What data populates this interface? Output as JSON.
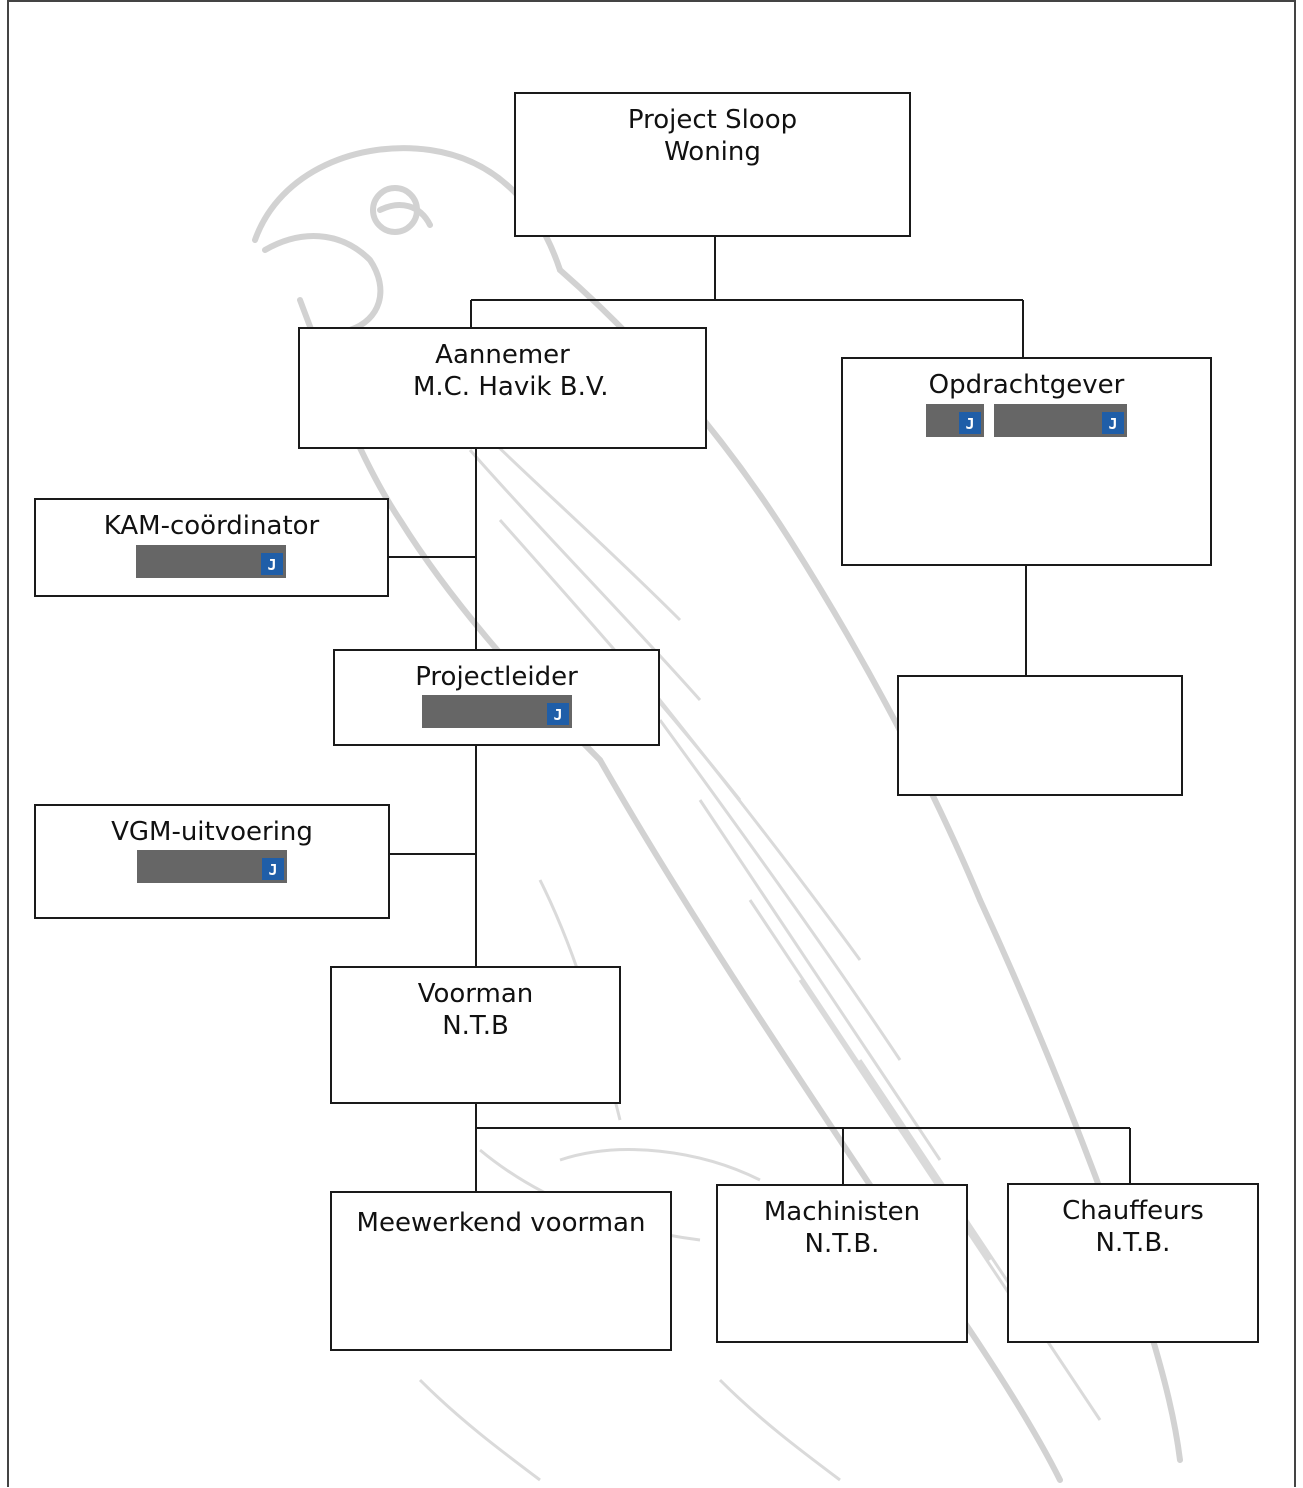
{
  "colors": {
    "box_border": "#1a1a1a",
    "line": "#1a1a1a",
    "redaction": "#666666",
    "badge": "#1f5ea8",
    "watermark": "#cfcfcf"
  },
  "watermark_icon": "falcon-sketch",
  "nodes": {
    "project": {
      "title": "Project Sloop",
      "subtitle": "Woning"
    },
    "aannemer": {
      "title": "Aannemer",
      "subtitle": "  M.C. Havik B.V."
    },
    "opdrachtgever": {
      "title": "Opdrachtgever"
    },
    "opdrachtgever_sub": {},
    "kam": {
      "title": "KAM-coördinator"
    },
    "projectleider": {
      "title": "Projectleider"
    },
    "vgm": {
      "title": "VGM-uitvoering"
    },
    "voorman": {
      "title": "Voorman",
      "subtitle": "N.T.B"
    },
    "meewerkend": {
      "title": "Meewerkend voorman"
    },
    "machinisten": {
      "title": "Machinisten",
      "subtitle": "N.T.B."
    },
    "chauffeurs": {
      "title": "Chauffeurs",
      "subtitle": "N.T.B."
    }
  },
  "badge_label": "J"
}
